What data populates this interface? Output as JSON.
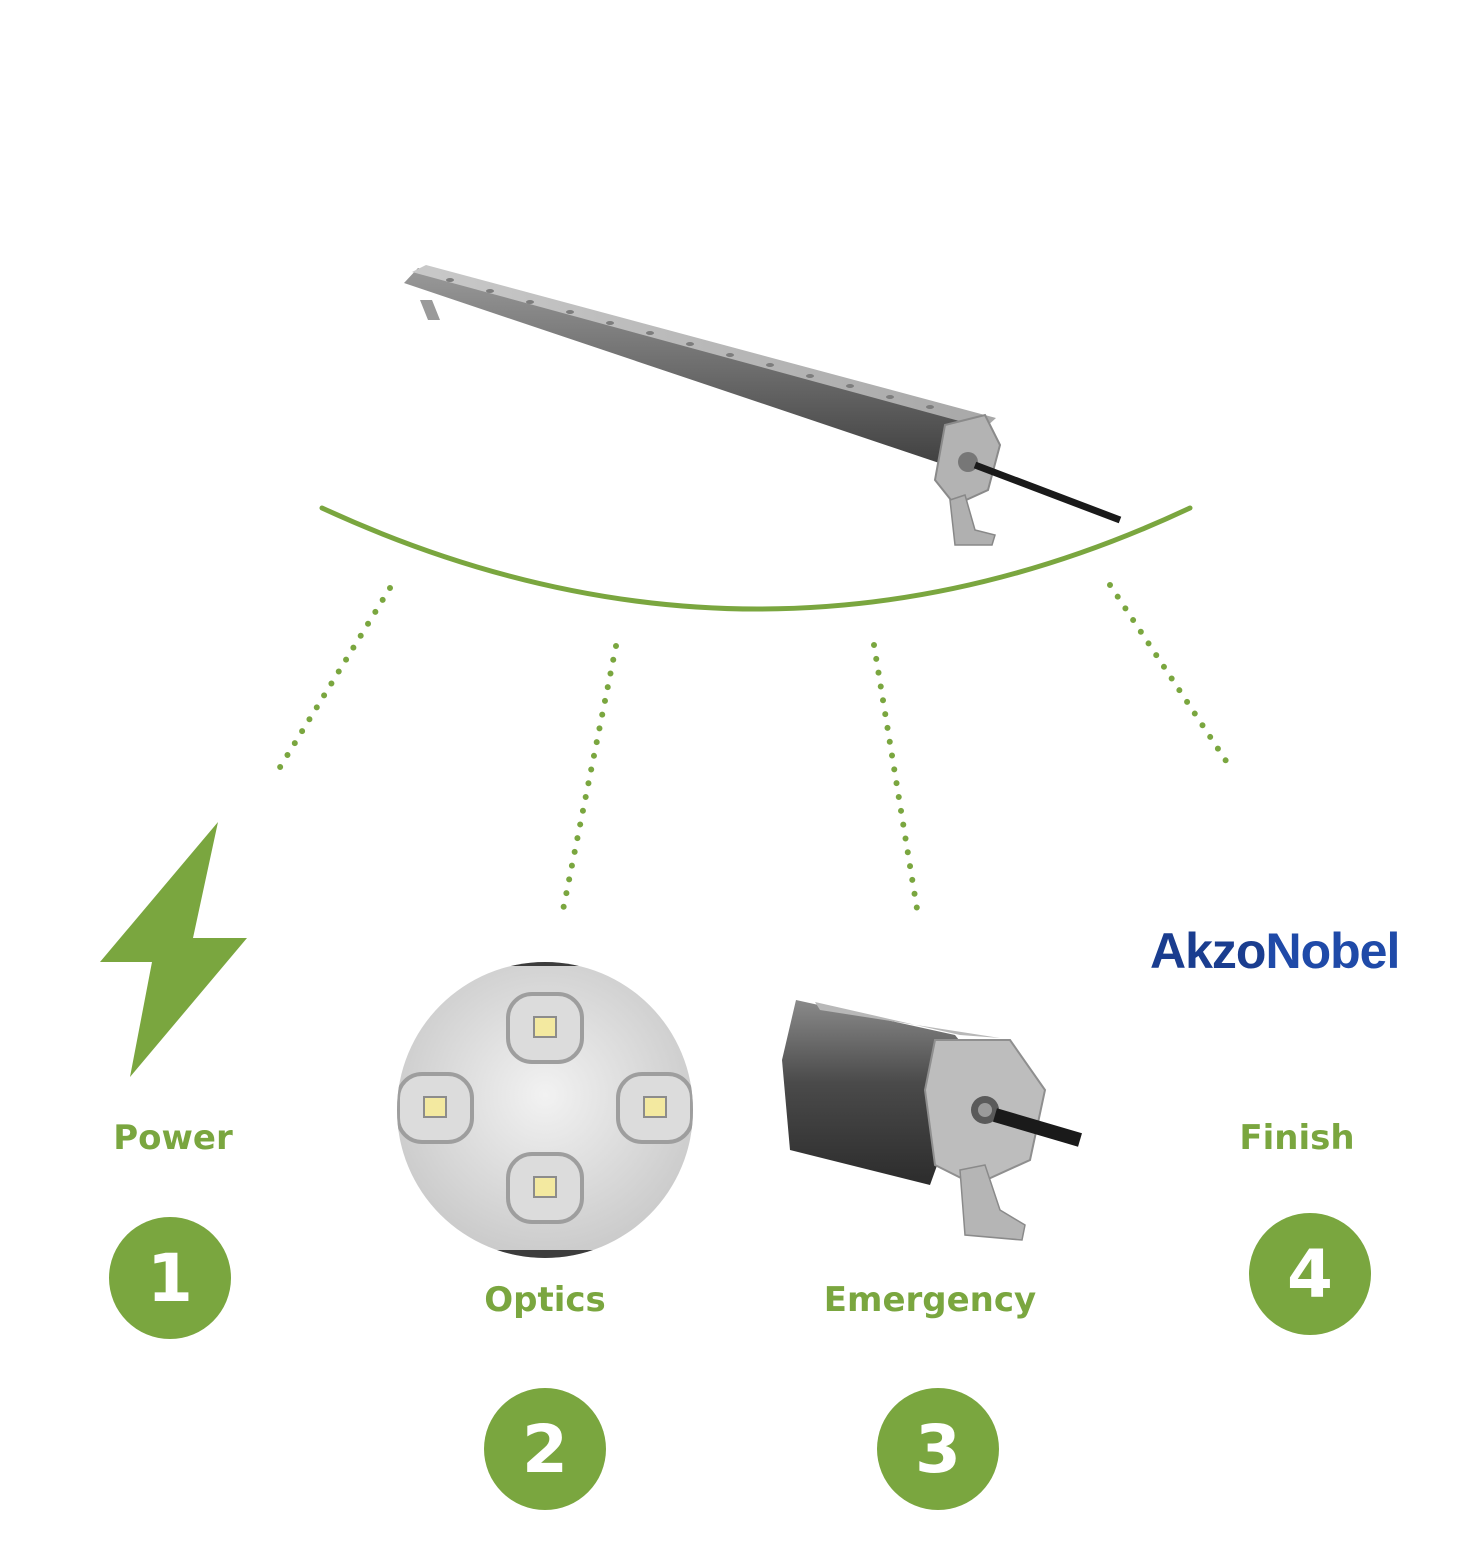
{
  "colors": {
    "accent": "#7aa63f",
    "logo_blue": "#1a3d8f"
  },
  "product": {
    "icon": "linear-led-fixture"
  },
  "features": [
    {
      "label": "Power",
      "number": "1",
      "icon": "lightning-bolt-icon"
    },
    {
      "label": "Optics",
      "number": "2",
      "icon": "led-optics-closeup"
    },
    {
      "label": "Emergency",
      "number": "3",
      "icon": "fixture-end-cap-closeup"
    },
    {
      "label": "Finish",
      "number": "4",
      "icon": "akzonobel-logo"
    }
  ],
  "logo": {
    "text_a": "Akzo",
    "text_b": "Nobel"
  }
}
